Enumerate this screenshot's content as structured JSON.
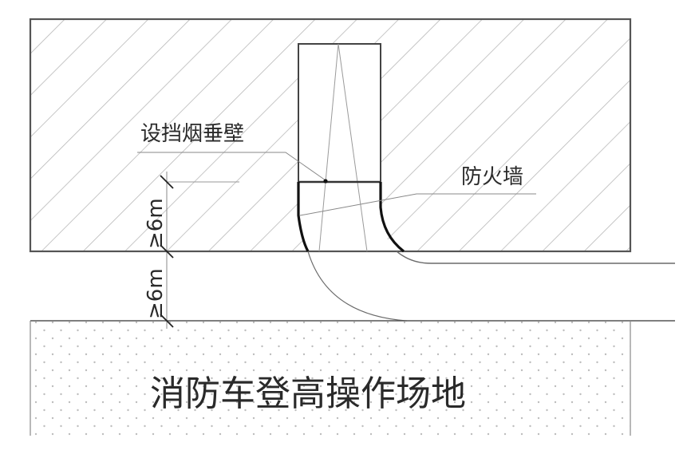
{
  "diagram": {
    "type": "fire-rescue-site-plan",
    "labels": {
      "smoke_curtain": "设挡烟垂壁",
      "fire_wall": "防火墙",
      "rescue_area": "消防车登高操作场地",
      "dim_upper": "≥6m",
      "dim_lower": "≥6m"
    },
    "regions": [
      {
        "name": "building",
        "pattern": "diagonal-hatch"
      },
      {
        "name": "passage-opening",
        "pattern": "none"
      },
      {
        "name": "road",
        "pattern": "none"
      },
      {
        "name": "fire-rescue-area",
        "pattern": "dots"
      }
    ],
    "colors": {
      "line": "#555555",
      "hatch": "#b8b8b8",
      "bold_line": "#111111",
      "dot": "#bdbdbd",
      "text": "#2a2a2a"
    }
  }
}
